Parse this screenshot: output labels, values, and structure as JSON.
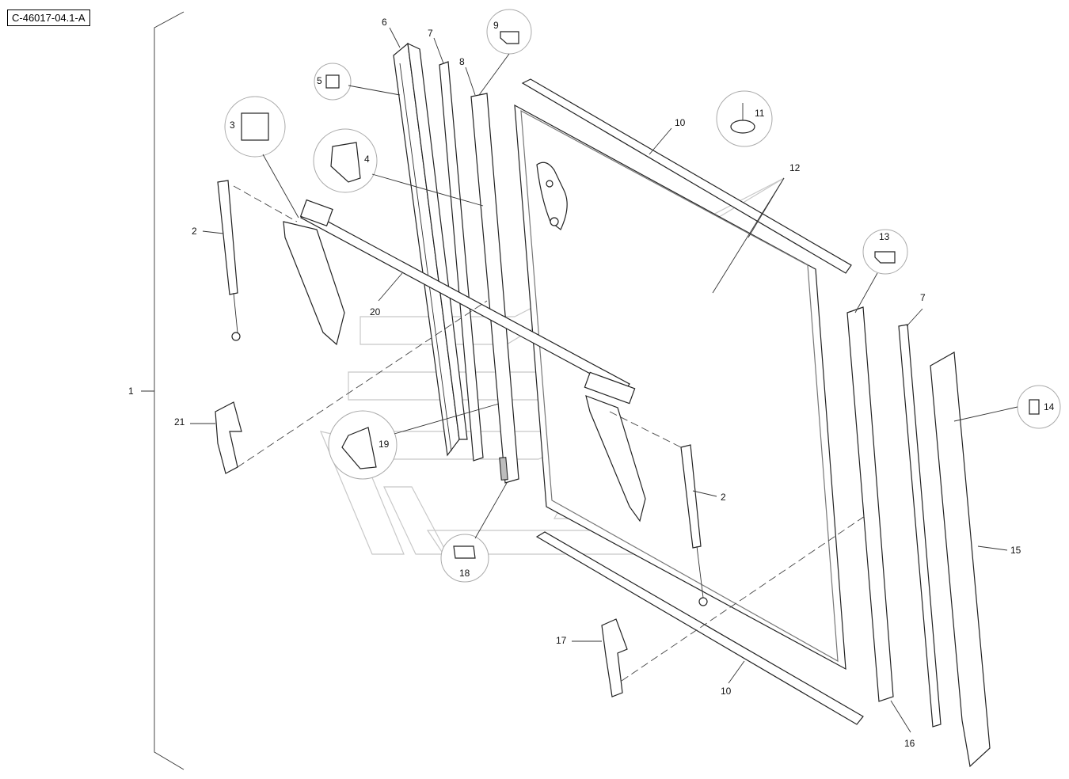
{
  "figure_id": "C-46017-04.1-A",
  "callouts": [
    "1",
    "2",
    "2",
    "3",
    "4",
    "5",
    "6",
    "7",
    "7",
    "8",
    "9",
    "10",
    "10",
    "11",
    "12",
    "13",
    "14",
    "15",
    "16",
    "17",
    "18",
    "19",
    "20",
    "21"
  ]
}
